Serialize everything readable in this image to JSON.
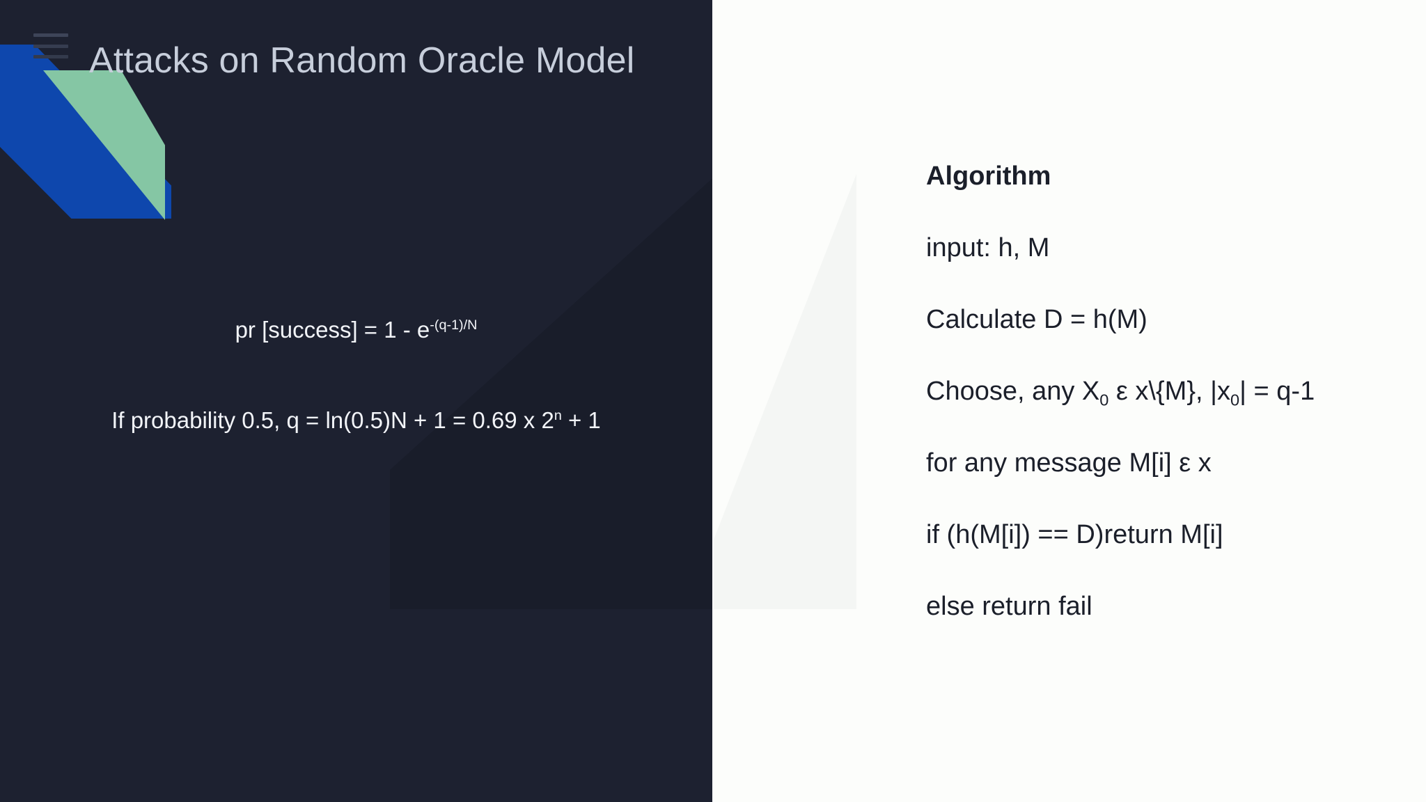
{
  "slide": {
    "title": "Attacks on Random Oracle Model",
    "menu_icon": "hamburger-menu-icon"
  },
  "colors": {
    "dark_panel": "#1d2130",
    "light_panel": "#fcfdfb",
    "accent_blue": "#0e47ad",
    "accent_green": "#85c6a4",
    "title_text": "#c7cedb",
    "body_text": "#1b1f2a"
  },
  "left": {
    "formula_1": {
      "base": "pr [success] = 1 - e",
      "exponent": "-(q-1)/N"
    },
    "formula_2": {
      "part_a": "If probability 0.5, q = ln(0.5)N + 1 = 0.69 x 2",
      "exponent": "n",
      "part_b": " + 1"
    }
  },
  "right": {
    "heading": "Algorithm",
    "lines": [
      {
        "text": "input: h, M"
      },
      {
        "text": "Calculate D = h(M)"
      },
      {
        "segments": [
          {
            "t": "Choose, any X"
          },
          {
            "t": "0",
            "sub": true
          },
          {
            "t": " ε x\\{M}, |x"
          },
          {
            "t": "0",
            "sub": true
          },
          {
            "t": "| = q-1"
          }
        ]
      },
      {
        "text": "for any message M[i] ε x"
      },
      {
        "text": "if (h(M[i]) == D)return M[i]"
      },
      {
        "text": "else return fail"
      }
    ]
  }
}
